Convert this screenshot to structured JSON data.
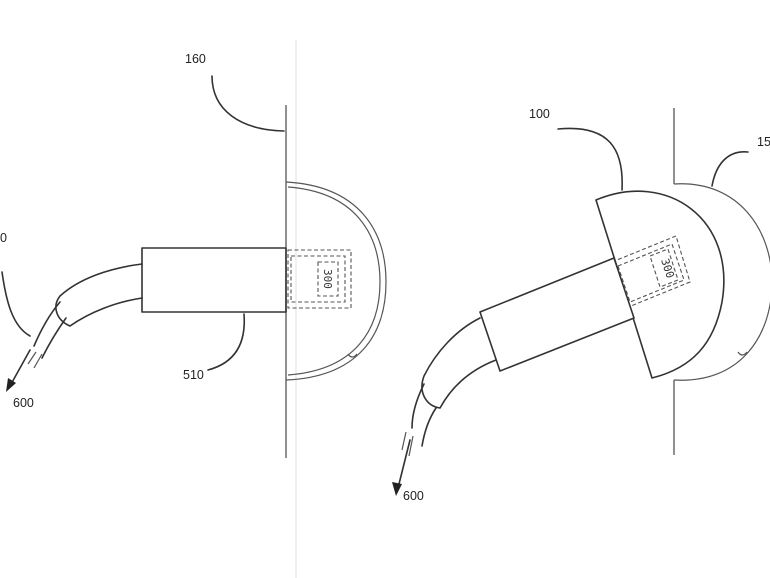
{
  "figure": {
    "left_view": {
      "labels": {
        "surface": "160",
        "cable_left": "0",
        "connector": "510",
        "arrow": "600"
      },
      "chip_text": "300"
    },
    "right_view": {
      "labels": {
        "device": "100",
        "surface": "15",
        "arrow": "600"
      },
      "chip_text": "300"
    }
  }
}
